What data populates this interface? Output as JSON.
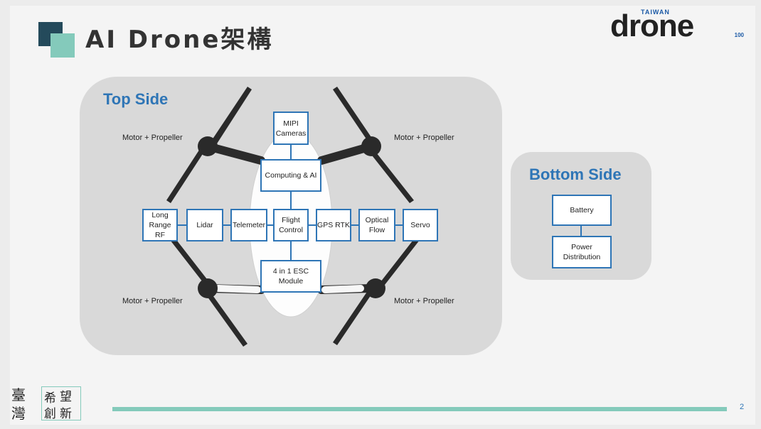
{
  "title": "AI Drone架構",
  "logo": {
    "taiwan": "TAIWAN",
    "drone": "drone",
    "hundred": "100"
  },
  "top_side": {
    "label": "Top Side",
    "motor_labels": [
      "Motor + Propeller",
      "Motor + Propeller",
      "Motor + Propeller",
      "Motor + Propeller"
    ],
    "boxes": {
      "mipi": "MIPI Cameras",
      "computing": "Computing & AI",
      "long_range": "Long Range RF",
      "lidar": "Lidar",
      "telemeter": "Telemeter",
      "flight_control": "Flight Control",
      "gps": "GPS RTK",
      "optical_flow": "Optical Flow",
      "servo": "Servo",
      "esc": "4 in 1 ESC Module"
    }
  },
  "bottom_side": {
    "label": "Bottom Side",
    "boxes": {
      "battery": "Battery",
      "power": "Power Distribution"
    }
  },
  "footer": {
    "page_number": "2",
    "seal_chars": [
      "臺",
      "灣",
      "希",
      "望",
      "創",
      "新"
    ]
  },
  "colors": {
    "accent_blue": "#2e75b6",
    "teal": "#84cabb",
    "navy": "#244a5b",
    "panel": "#d9d9d9"
  }
}
